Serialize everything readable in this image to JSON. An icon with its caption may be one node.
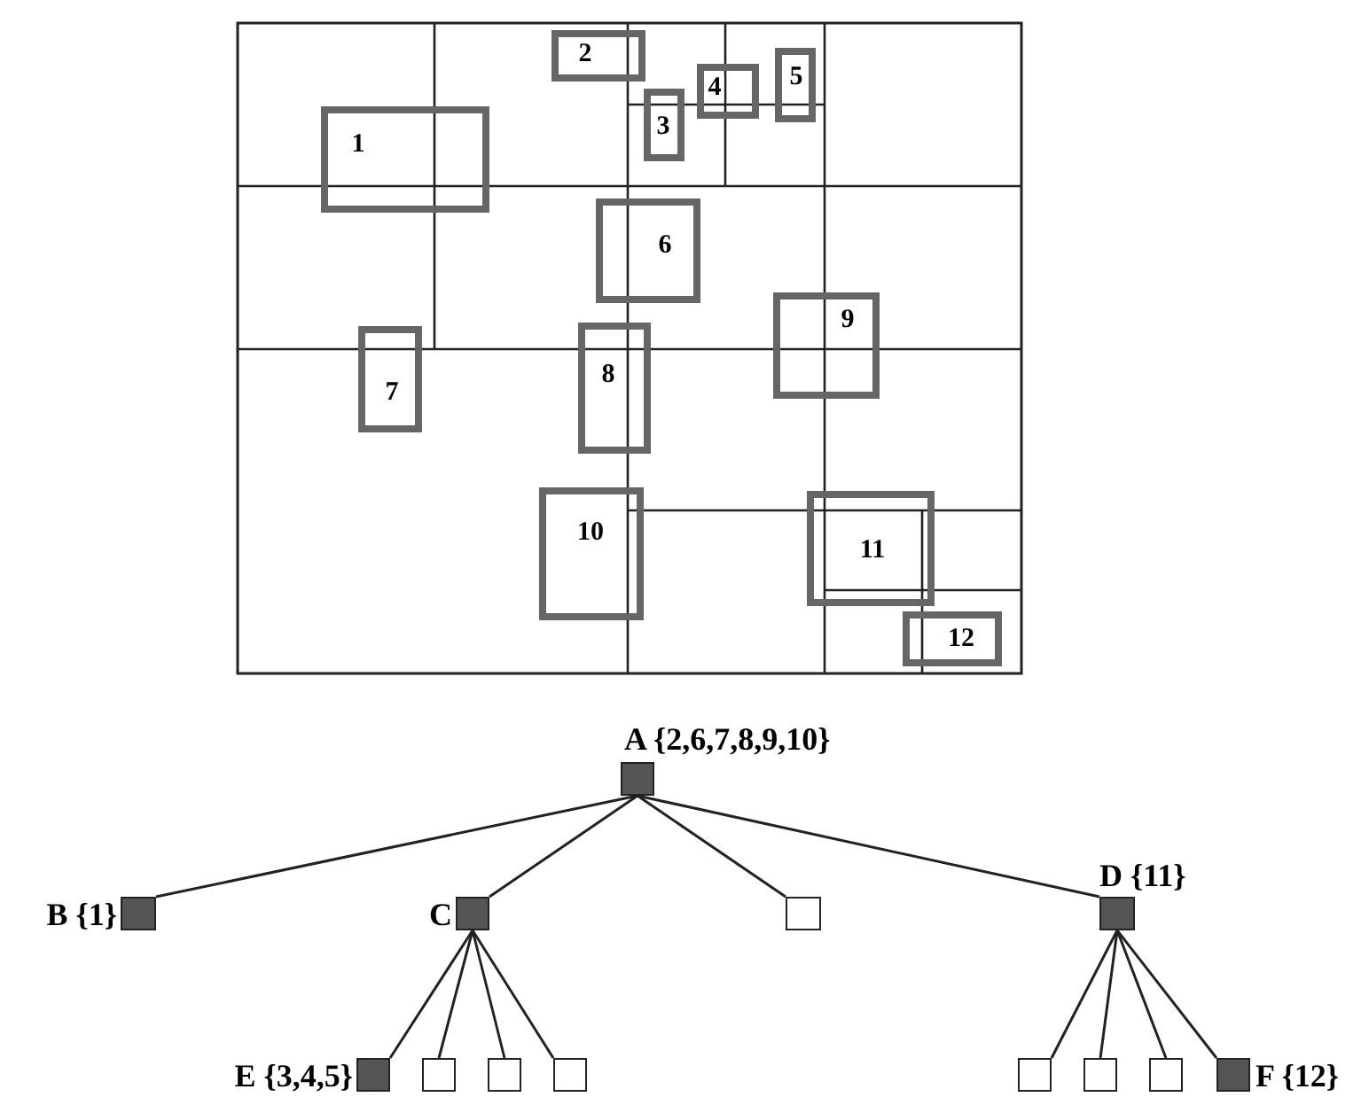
{
  "diagram": {
    "nodes": [
      {
        "text": [
          "1"
        ]
      },
      {
        "text": [
          "2"
        ]
      },
      {
        "text": [
          "3"
        ]
      },
      {
        "text": [
          "4"
        ]
      },
      {
        "text": [
          "5"
        ]
      },
      {
        "text": [
          "6"
        ]
      },
      {
        "text": [
          "7"
        ]
      },
      {
        "text": [
          "8"
        ]
      },
      {
        "text": [
          "9"
        ]
      },
      {
        "text": [
          "10"
        ]
      },
      {
        "text": [
          "11"
        ]
      },
      {
        "text": [
          "12"
        ]
      },
      {
        "text": [],
        "shape": "box",
        "beside": [
          "A {2,6,7,8,9,10}"
        ]
      },
      {
        "text": [],
        "shape": "box",
        "beside": [
          "B {1}"
        ]
      },
      {
        "text": [],
        "shape": "box",
        "beside": [
          "C"
        ]
      },
      {
        "text": [],
        "shape": "box"
      },
      {
        "text": [],
        "shape": "box",
        "beside": [
          "D {11}"
        ]
      },
      {
        "text": [],
        "shape": "box",
        "beside": [
          "E {3,4,5}"
        ]
      },
      {
        "text": [],
        "shape": "box"
      },
      {
        "text": [],
        "shape": "box"
      },
      {
        "text": [],
        "shape": "box"
      },
      {
        "text": [],
        "shape": "box"
      },
      {
        "text": [],
        "shape": "box"
      },
      {
        "text": [],
        "shape": "box"
      },
      {
        "text": [],
        "shape": "box",
        "beside": [
          "F {12}"
        ]
      }
    ],
    "edges": [
      {
        "from": 12,
        "to": 13,
        "arrow": "none"
      },
      {
        "from": 12,
        "to": 14,
        "arrow": "none"
      },
      {
        "from": 12,
        "to": 15,
        "arrow": "none"
      },
      {
        "from": 12,
        "to": 16,
        "arrow": "none"
      },
      {
        "from": 14,
        "to": 17,
        "arrow": "none"
      },
      {
        "from": 14,
        "to": 18,
        "arrow": "none"
      },
      {
        "from": 14,
        "to": 19,
        "arrow": "none"
      },
      {
        "from": 14,
        "to": 20,
        "arrow": "none"
      },
      {
        "from": 16,
        "to": 21,
        "arrow": "none"
      },
      {
        "from": 16,
        "to": 22,
        "arrow": "none"
      },
      {
        "from": 16,
        "to": 23,
        "arrow": "none"
      },
      {
        "from": 16,
        "to": 24,
        "arrow": "none"
      }
    ]
  }
}
